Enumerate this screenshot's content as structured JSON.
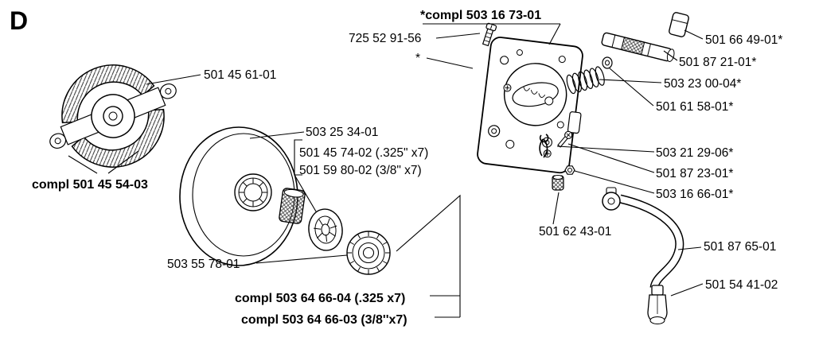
{
  "page": {
    "section_letter": "D",
    "background_color": "#ffffff",
    "ink_color": "#000000"
  },
  "labels": {
    "clutch": "501 45 61-01",
    "clutch_assembly": "compl 501 45 54-03",
    "clutch_drum": "503 25 34-01",
    "sprocket_325": "501 45 74-02 (.325\" x7)",
    "sprocket_38": "501 59 80-02 (3/8\" x7)",
    "washer": "503 55 78-01",
    "drum_assembly_325": "compl 503 64 66-04 (.325 x7)",
    "drum_assembly_38": "compl 503 64 66-03 (3/8''x7)",
    "pump_assembly": "*compl 503 16 73-01",
    "pump_screw": "725 52 91-56",
    "asterisk_note": "*",
    "plunger_cap": "501 66 49-01*",
    "pump_plunger": "501 87 21-01*",
    "pump_spring": "503 23 00-04*",
    "plunger_seal": "501 61 58-01*",
    "retainer_clip": "503 21 29-06*",
    "pump_small_screw": "501 87 23-01*",
    "ferrule_nut": "503 16 66-01*",
    "connector": "501 62 43-01",
    "oil_hose": "501 87 65-01",
    "oil_nozzle": "501 54 41-02"
  }
}
